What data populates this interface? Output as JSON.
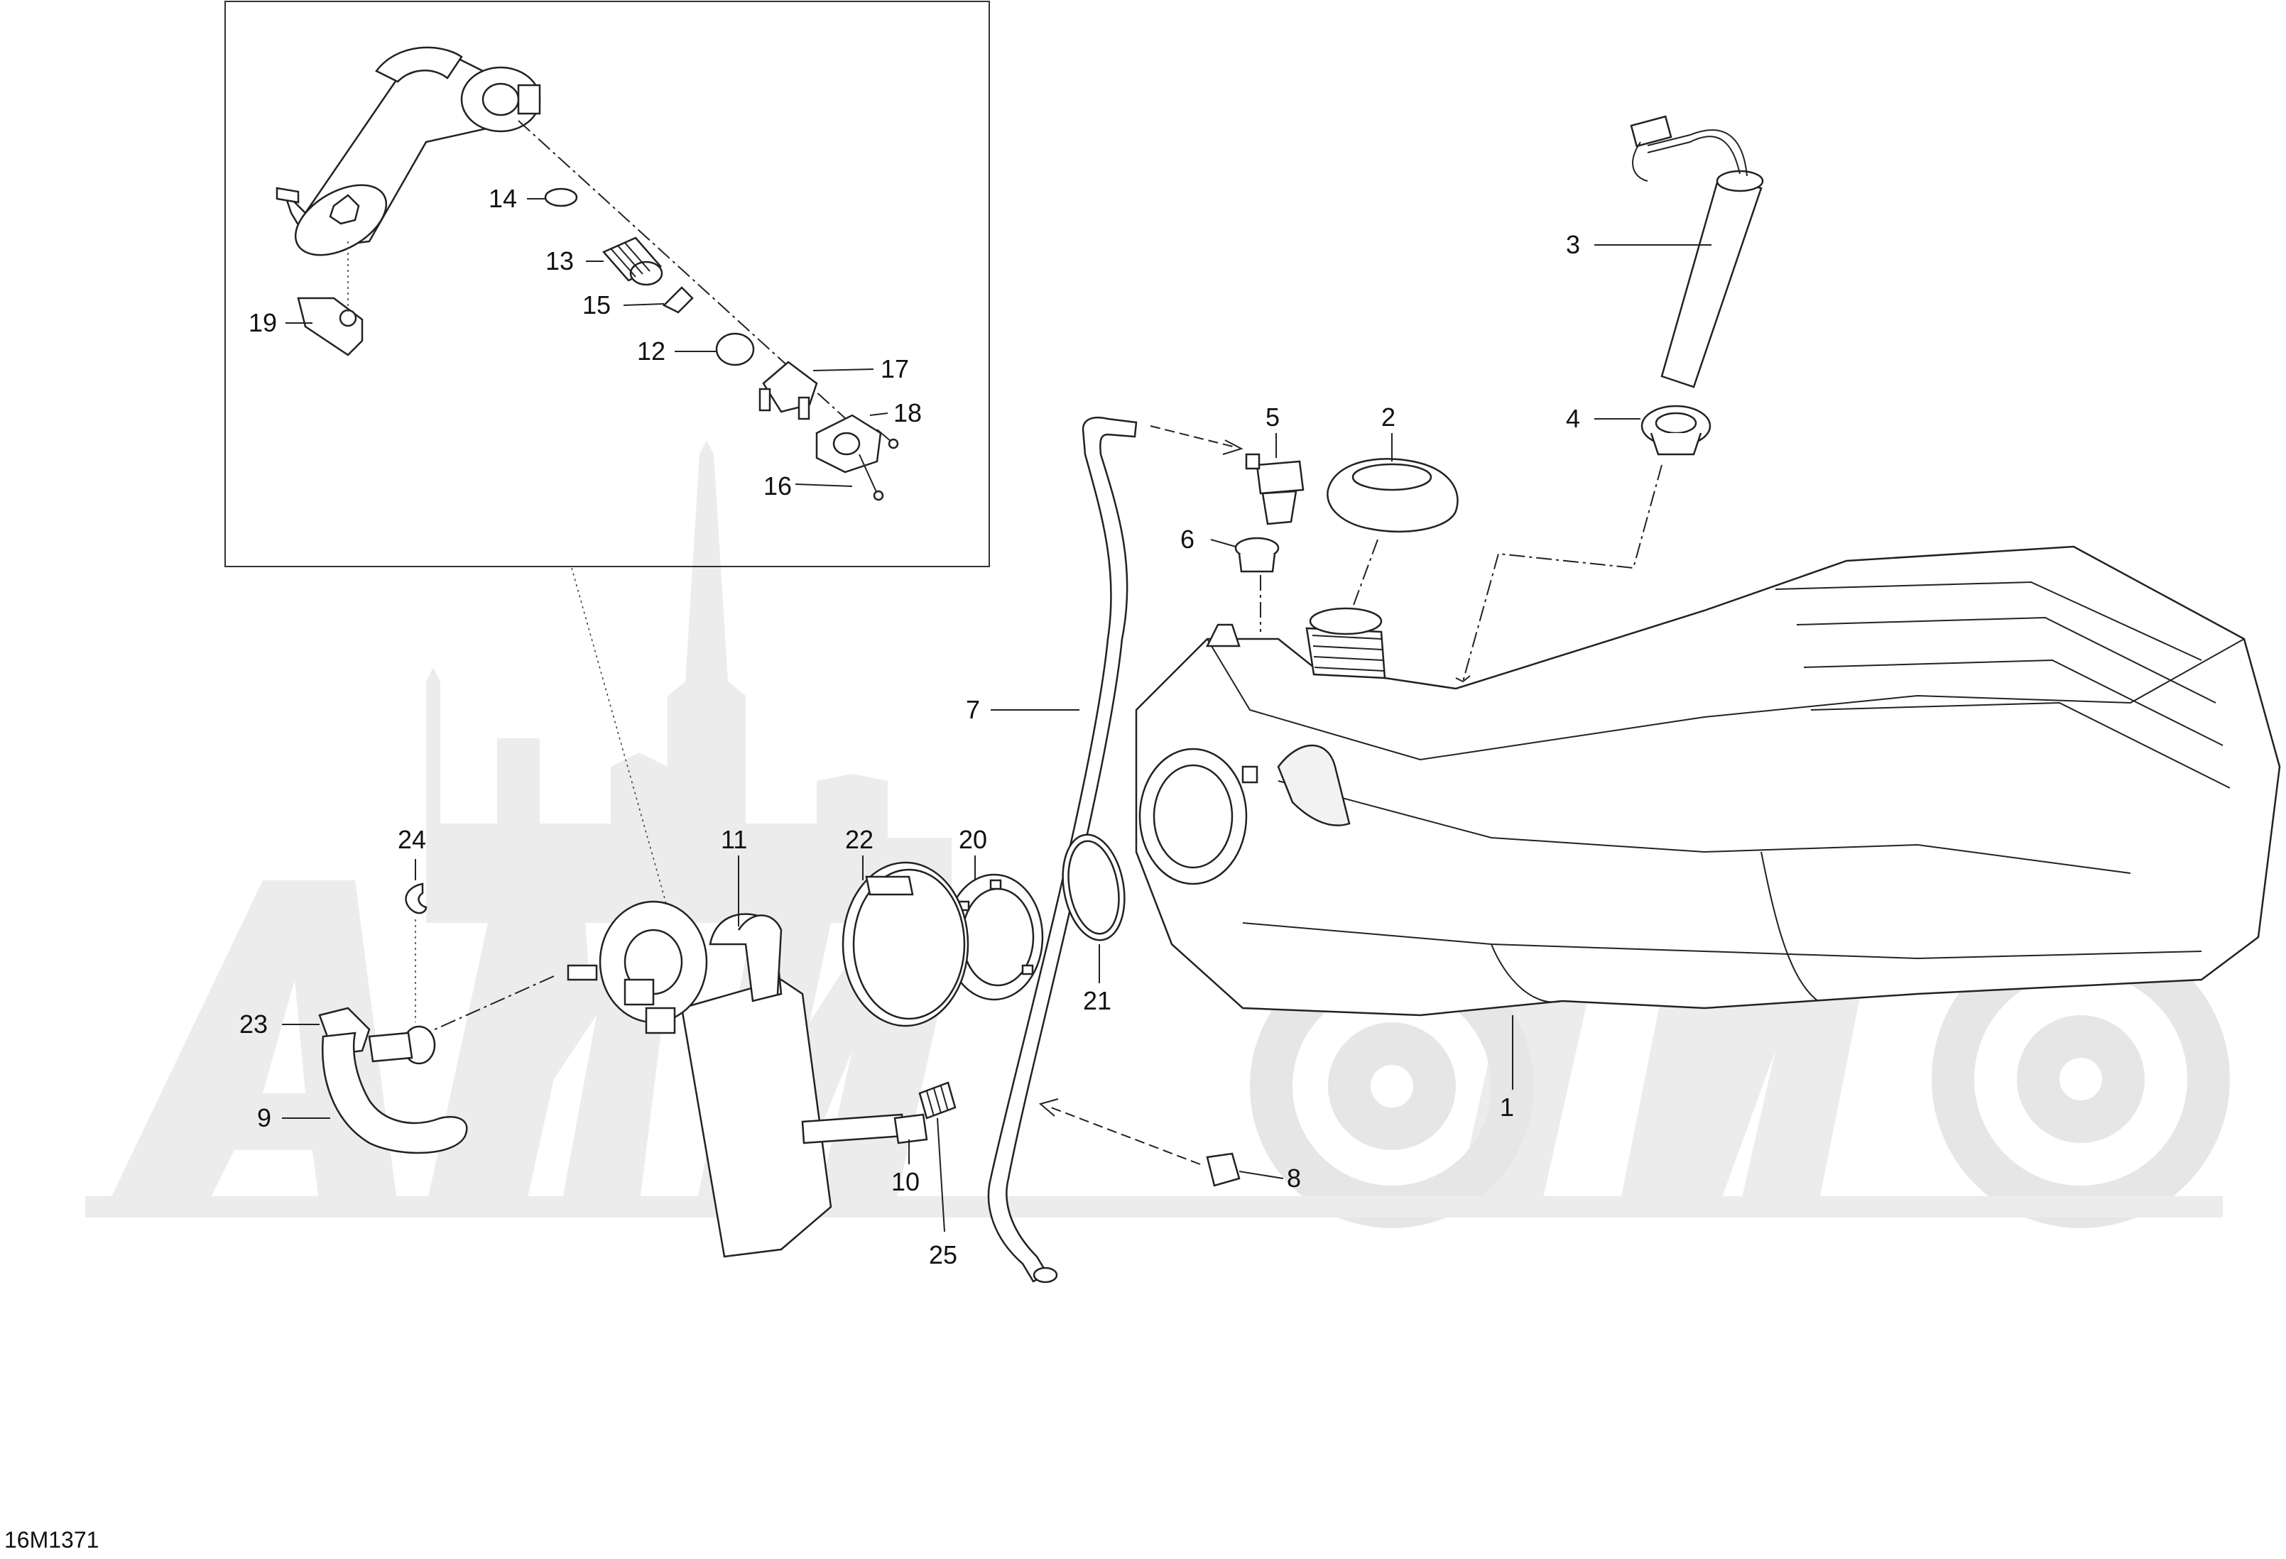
{
  "diagram": {
    "reference_code": "16M1371",
    "callouts": [
      {
        "id": "c1",
        "label": "1"
      },
      {
        "id": "c2",
        "label": "2"
      },
      {
        "id": "c3",
        "label": "3"
      },
      {
        "id": "c4",
        "label": "4"
      },
      {
        "id": "c5",
        "label": "5"
      },
      {
        "id": "c6",
        "label": "6"
      },
      {
        "id": "c7",
        "label": "7"
      },
      {
        "id": "c8",
        "label": "8"
      },
      {
        "id": "c9",
        "label": "9"
      },
      {
        "id": "c10",
        "label": "10"
      },
      {
        "id": "c11",
        "label": "11"
      },
      {
        "id": "c12",
        "label": "12"
      },
      {
        "id": "c13",
        "label": "13"
      },
      {
        "id": "c14",
        "label": "14"
      },
      {
        "id": "c15",
        "label": "15"
      },
      {
        "id": "c16",
        "label": "16"
      },
      {
        "id": "c17",
        "label": "17"
      },
      {
        "id": "c18",
        "label": "18"
      },
      {
        "id": "c19",
        "label": "19"
      },
      {
        "id": "c20",
        "label": "20"
      },
      {
        "id": "c21",
        "label": "21"
      },
      {
        "id": "c22",
        "label": "22"
      },
      {
        "id": "c23",
        "label": "23"
      },
      {
        "id": "c24",
        "label": "24"
      },
      {
        "id": "c25",
        "label": "25"
      }
    ]
  }
}
